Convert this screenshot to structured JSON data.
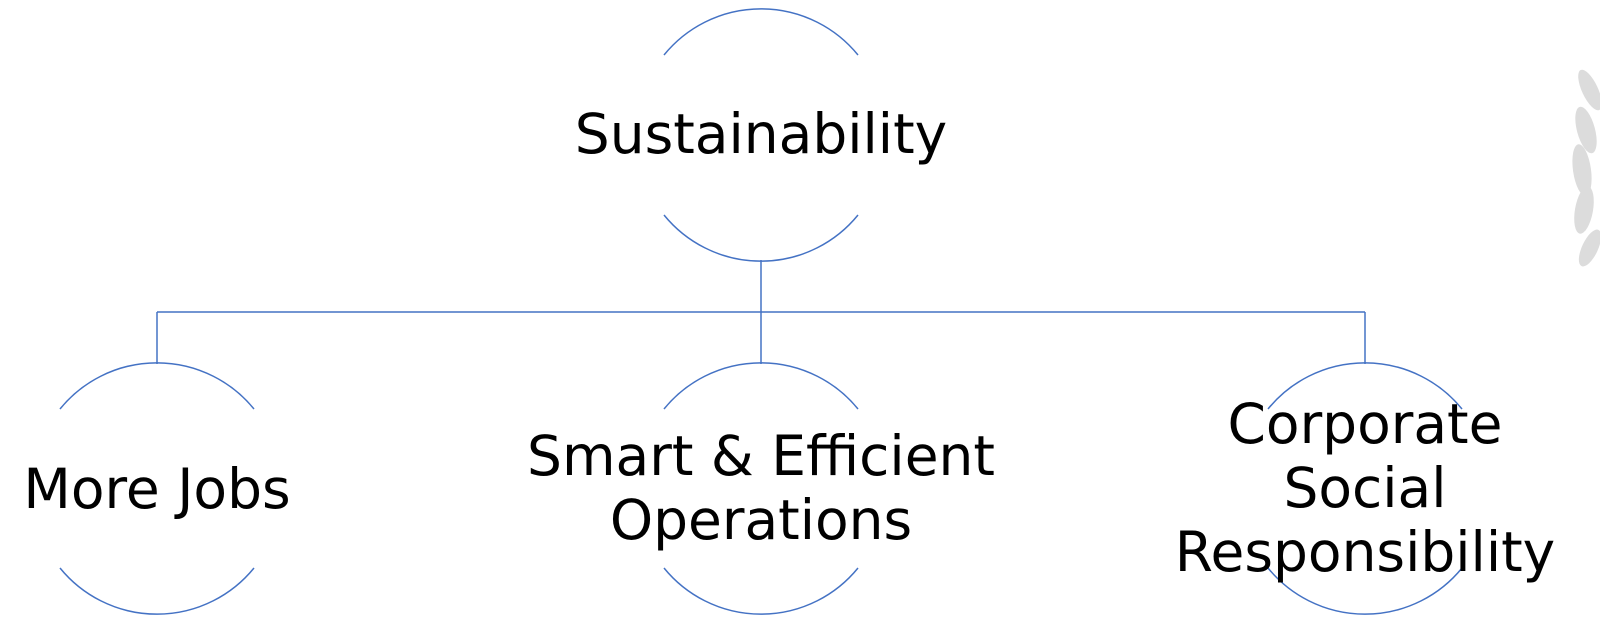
{
  "diagram": {
    "root": {
      "id": "root",
      "label": "Sustainability"
    },
    "children": [
      {
        "id": "c1",
        "label": "More Jobs"
      },
      {
        "id": "c2",
        "label": "Smart & Efficient\nOperations"
      },
      {
        "id": "c3",
        "label": "Corporate Social\nResponsibility"
      }
    ],
    "edges": [
      {
        "from": "root",
        "to": "c1"
      },
      {
        "from": "root",
        "to": "c2"
      },
      {
        "from": "root",
        "to": "c3"
      }
    ]
  },
  "colors": {
    "line": "#4472c4",
    "text": "#000000",
    "watermark": "#d9d9d9"
  },
  "watermark": {
    "icon": "laurel-branch-icon"
  }
}
